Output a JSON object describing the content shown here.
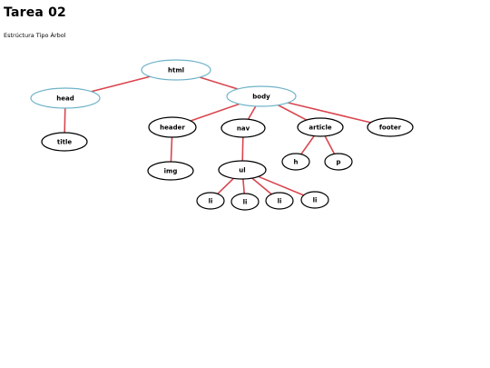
{
  "header": {
    "title": "Tarea 02",
    "subtitle": "Estrúctura Tipo Árbol"
  },
  "colors": {
    "edge": "#d9464f",
    "highlight_stroke": "#6fb3c9",
    "default_stroke": "#000000"
  },
  "tree": {
    "nodes": [
      {
        "id": "html",
        "label": "html",
        "highlight": true
      },
      {
        "id": "head",
        "label": "head",
        "highlight": true
      },
      {
        "id": "body",
        "label": "body",
        "highlight": true
      },
      {
        "id": "title",
        "label": "title",
        "highlight": false
      },
      {
        "id": "header",
        "label": "header",
        "highlight": false
      },
      {
        "id": "nav",
        "label": "nav",
        "highlight": false
      },
      {
        "id": "article",
        "label": "article",
        "highlight": false
      },
      {
        "id": "footer",
        "label": "footer",
        "highlight": false
      },
      {
        "id": "img",
        "label": "img",
        "highlight": false
      },
      {
        "id": "ul",
        "label": "ul",
        "highlight": false
      },
      {
        "id": "h",
        "label": "h",
        "highlight": false
      },
      {
        "id": "p",
        "label": "p",
        "highlight": false
      },
      {
        "id": "li1",
        "label": "li",
        "highlight": false
      },
      {
        "id": "li2",
        "label": "li",
        "highlight": false
      },
      {
        "id": "li3",
        "label": "li",
        "highlight": false
      },
      {
        "id": "li4",
        "label": "li",
        "highlight": false
      }
    ],
    "edges": [
      [
        "html",
        "head"
      ],
      [
        "html",
        "body"
      ],
      [
        "head",
        "title"
      ],
      [
        "body",
        "header"
      ],
      [
        "body",
        "nav"
      ],
      [
        "body",
        "article"
      ],
      [
        "body",
        "footer"
      ],
      [
        "header",
        "img"
      ],
      [
        "nav",
        "ul"
      ],
      [
        "article",
        "h"
      ],
      [
        "article",
        "p"
      ],
      [
        "ul",
        "li1"
      ],
      [
        "ul",
        "li2"
      ],
      [
        "ul",
        "li3"
      ],
      [
        "ul",
        "li4"
      ]
    ]
  }
}
